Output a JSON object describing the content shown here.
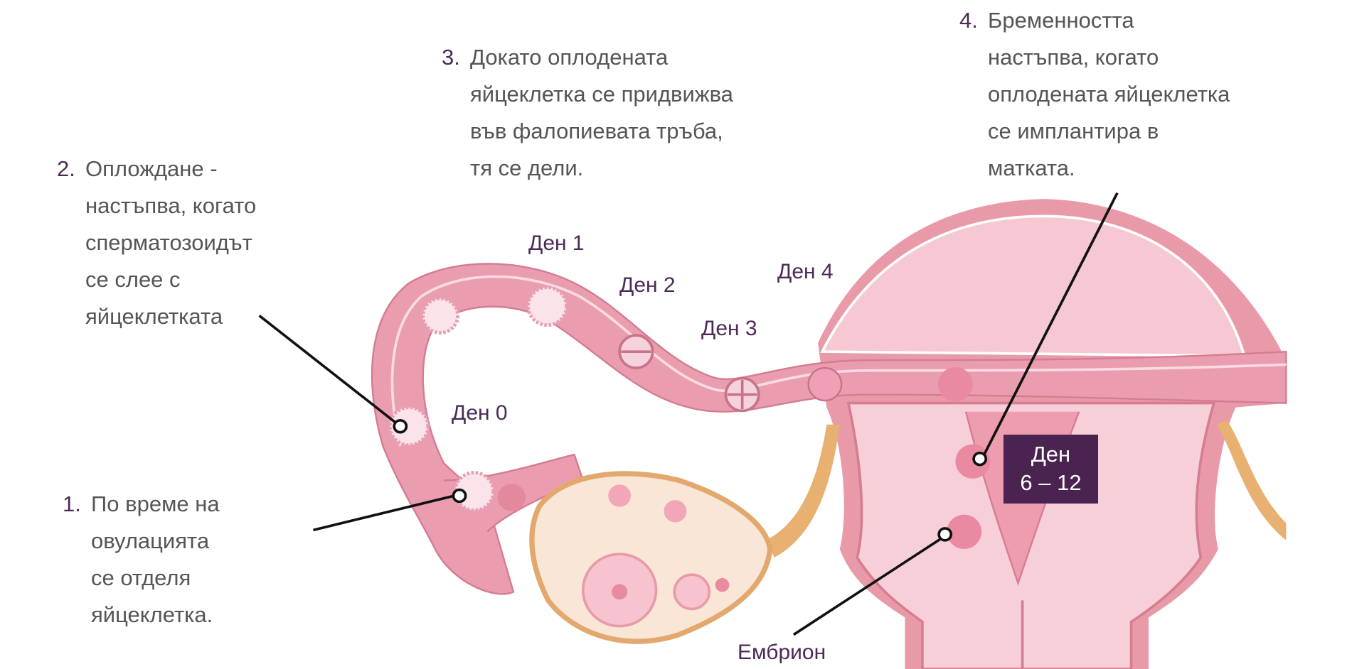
{
  "steps": [
    {
      "num": "1.",
      "lines": [
        "По време на",
        "овулацията",
        "се отделя",
        "яйцеклетка."
      ]
    },
    {
      "num": "2.",
      "lines": [
        "Оплождане -",
        "настъпва, когато",
        "сперматозоидът",
        "се слее с",
        "яйцеклетката"
      ]
    },
    {
      "num": "3.",
      "lines": [
        "Докато оплодената",
        "яйцеклетка се придвижва",
        "във фалопиевата тръба,",
        "тя се дели."
      ]
    },
    {
      "num": "4.",
      "lines": [
        "Бременността",
        "настъпва, когато",
        "оплодената яйцеклетка",
        "се имплантира в",
        "матката."
      ]
    }
  ],
  "days": {
    "day0": "Ден 0",
    "day1": "Ден 1",
    "day2": "Ден 2",
    "day3": "Ден 3",
    "day4": "Ден 4",
    "box_line1": "Ден",
    "box_line2": "6 – 12"
  },
  "embryo_label": "Ембрион",
  "colors": {
    "accent": "#4b2350",
    "text": "#555555",
    "tissue": "#f0a3b5"
  }
}
